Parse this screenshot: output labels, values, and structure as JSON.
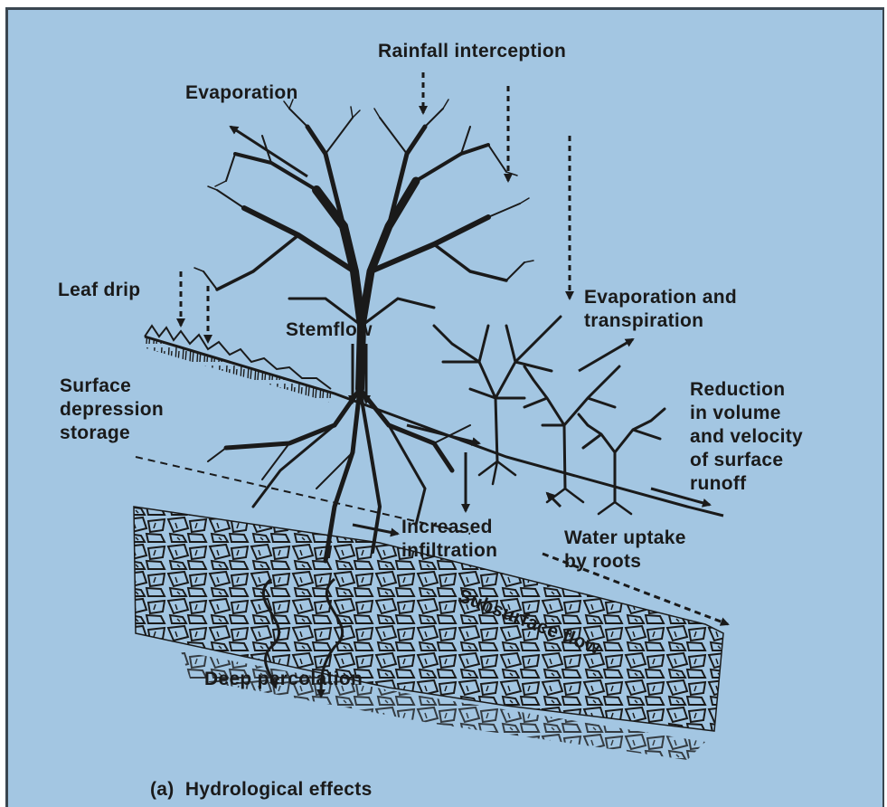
{
  "figure": {
    "caption": "(a)  Hydrological effects",
    "colors": {
      "background": "#a3c6e2",
      "ink": "#1a1a1a",
      "border": "#3a4650"
    },
    "labels": {
      "rainfall_interception": "Rainfall interception",
      "evaporation": "Evaporation",
      "leaf_drip": "Leaf drip",
      "stemflow": "Stemflow",
      "evaporation_transpiration": "Evaporation and\ntranspiration",
      "surface_depression_storage": "Surface\ndepression\nstorage",
      "reduction_runoff": "Reduction\nin volume\nand velocity\nof surface\nrunoff",
      "increased_infiltration": "Increased\ninfiltration",
      "water_uptake": "Water uptake\nby roots",
      "subsurface_flow": "Subsurface flow",
      "deep_percolation": "Deep percolation"
    }
  }
}
